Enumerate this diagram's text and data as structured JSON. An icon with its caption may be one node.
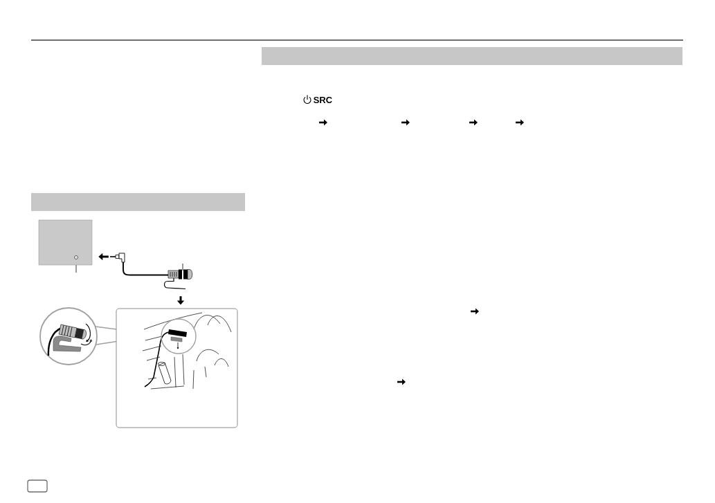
{
  "diagram": {
    "nodes": [
      {
        "text": [],
        "shape": "bar"
      },
      {
        "text": [],
        "shape": "box"
      },
      {
        "text": [],
        "shape": "picture"
      },
      {
        "text": [],
        "shape": "circle"
      },
      {
        "text": [],
        "shape": "box"
      },
      {
        "text": [],
        "shape": "bar"
      }
    ],
    "edges": [
      {
        "from": 2,
        "to": 1,
        "arrow": "to"
      },
      {
        "from": 2,
        "to": 4,
        "arrow": "to"
      }
    ],
    "labels": [
      "SRC"
    ]
  }
}
